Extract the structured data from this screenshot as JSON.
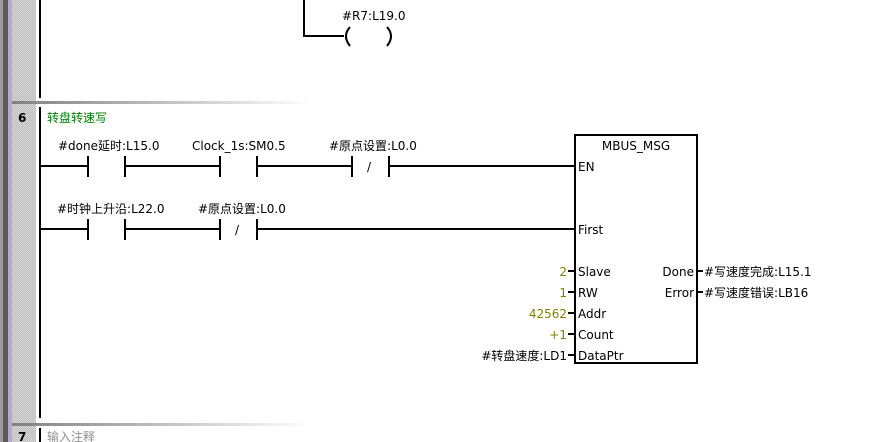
{
  "networks": [
    {
      "number": "6",
      "comment": "转盘转速写"
    },
    {
      "number": "7",
      "comment": "输入注释"
    }
  ],
  "prev_network": {
    "coil_label": "#R7:L19.0"
  },
  "rung1": {
    "contact1": "#done延时:L15.0",
    "contact2": "Clock_1s:SM0.5",
    "contact3": "#原点设置:L0.0"
  },
  "rung2": {
    "contact1": "#时钟上升沿:L22.0",
    "contact2": "#原点设置:L0.0"
  },
  "nc_symbol": "/",
  "block": {
    "title": "MBUS_MSG",
    "inputs": {
      "en": "EN",
      "first": "First",
      "slave": "Slave",
      "rw": "RW",
      "addr": "Addr",
      "count": "Count",
      "dataptr": "DataPtr"
    },
    "outputs": {
      "done": "Done",
      "error": "Error"
    },
    "input_values": {
      "slave": "2",
      "rw": "1",
      "addr": "42562",
      "count": "+1",
      "dataptr": "#转盘速度:LD1"
    },
    "output_values": {
      "done": "#写速度完成:L15.1",
      "error": "#写速度错误:LB16"
    }
  },
  "colors": {
    "comment": "#008000",
    "constant": "#808000"
  }
}
